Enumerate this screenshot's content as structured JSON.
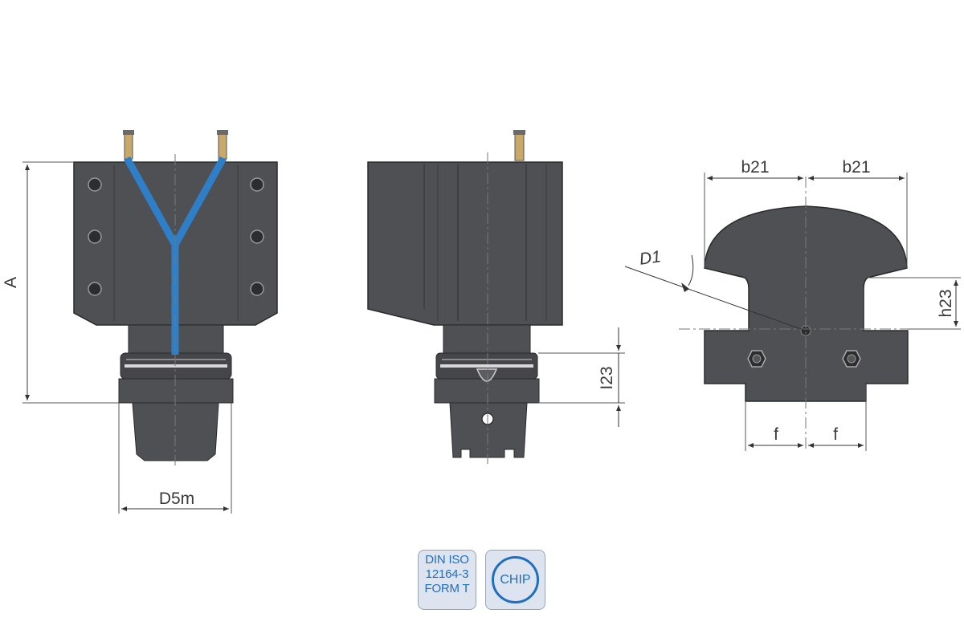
{
  "dimensions": {
    "A": "A",
    "D5m": "D5m",
    "I23": "I23",
    "b21_left": "b21",
    "b21_right": "b21",
    "D1": "D1",
    "h23": "h23",
    "f_left": "f",
    "f_right": "f"
  },
  "badges": {
    "din_line1": "DIN ISO",
    "din_line2": "12164-3",
    "din_line3": "FORM T",
    "chip": "CHIP"
  },
  "colors": {
    "body": "#4f5054",
    "body_dark": "#3e3f43",
    "coolant_channel": "#2f7fc8",
    "badge_bg": "#dde3ef",
    "badge_text": "#1f6fc0"
  }
}
